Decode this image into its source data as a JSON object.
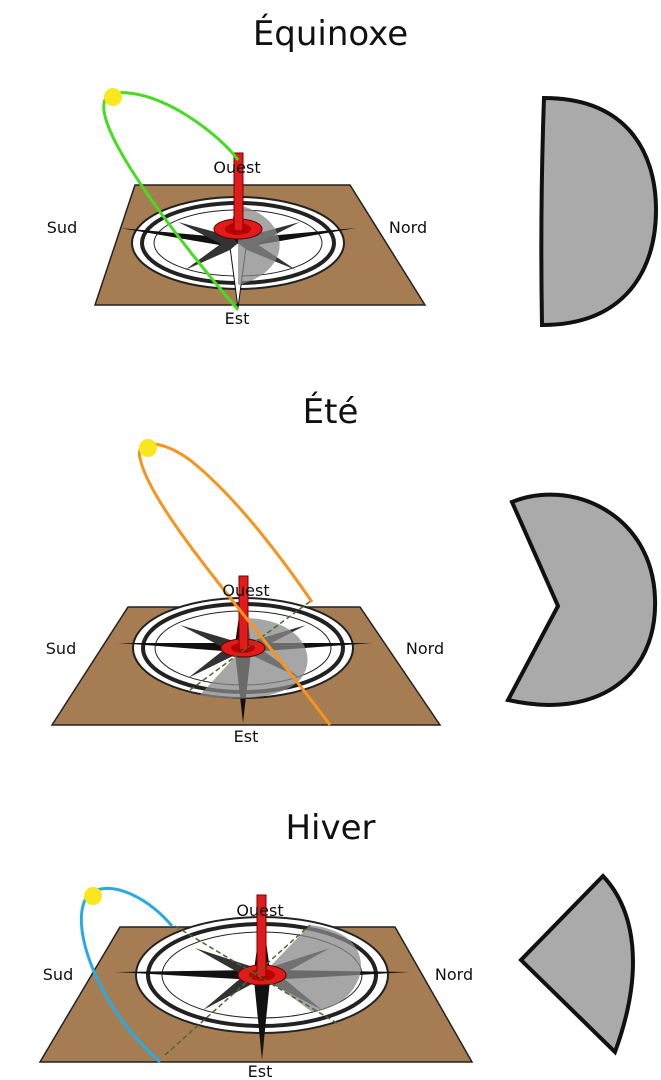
{
  "panels": [
    {
      "title": "Équinoxe",
      "labels": {
        "west": "Ouest",
        "east": "Est",
        "south": "Sud",
        "north": "Nord"
      },
      "path_color": "#44dd22",
      "shadow_shape": "half-disc"
    },
    {
      "title": "Été",
      "labels": {
        "west": "Ouest",
        "east": "Est",
        "south": "Sud",
        "north": "Nord"
      },
      "path_color": "#f7941d",
      "shadow_shape": "disc-with-notch"
    },
    {
      "title": "Hiver",
      "labels": {
        "west": "Ouest",
        "east": "Est",
        "south": "Sud",
        "north": "Nord"
      },
      "path_color": "#29abe2",
      "shadow_shape": "wedge"
    }
  ],
  "colors": {
    "ground": "#a67c52",
    "sun": "#f8e81c",
    "gnomon": "#e01b1b",
    "shadow": "#aaaaaa"
  }
}
